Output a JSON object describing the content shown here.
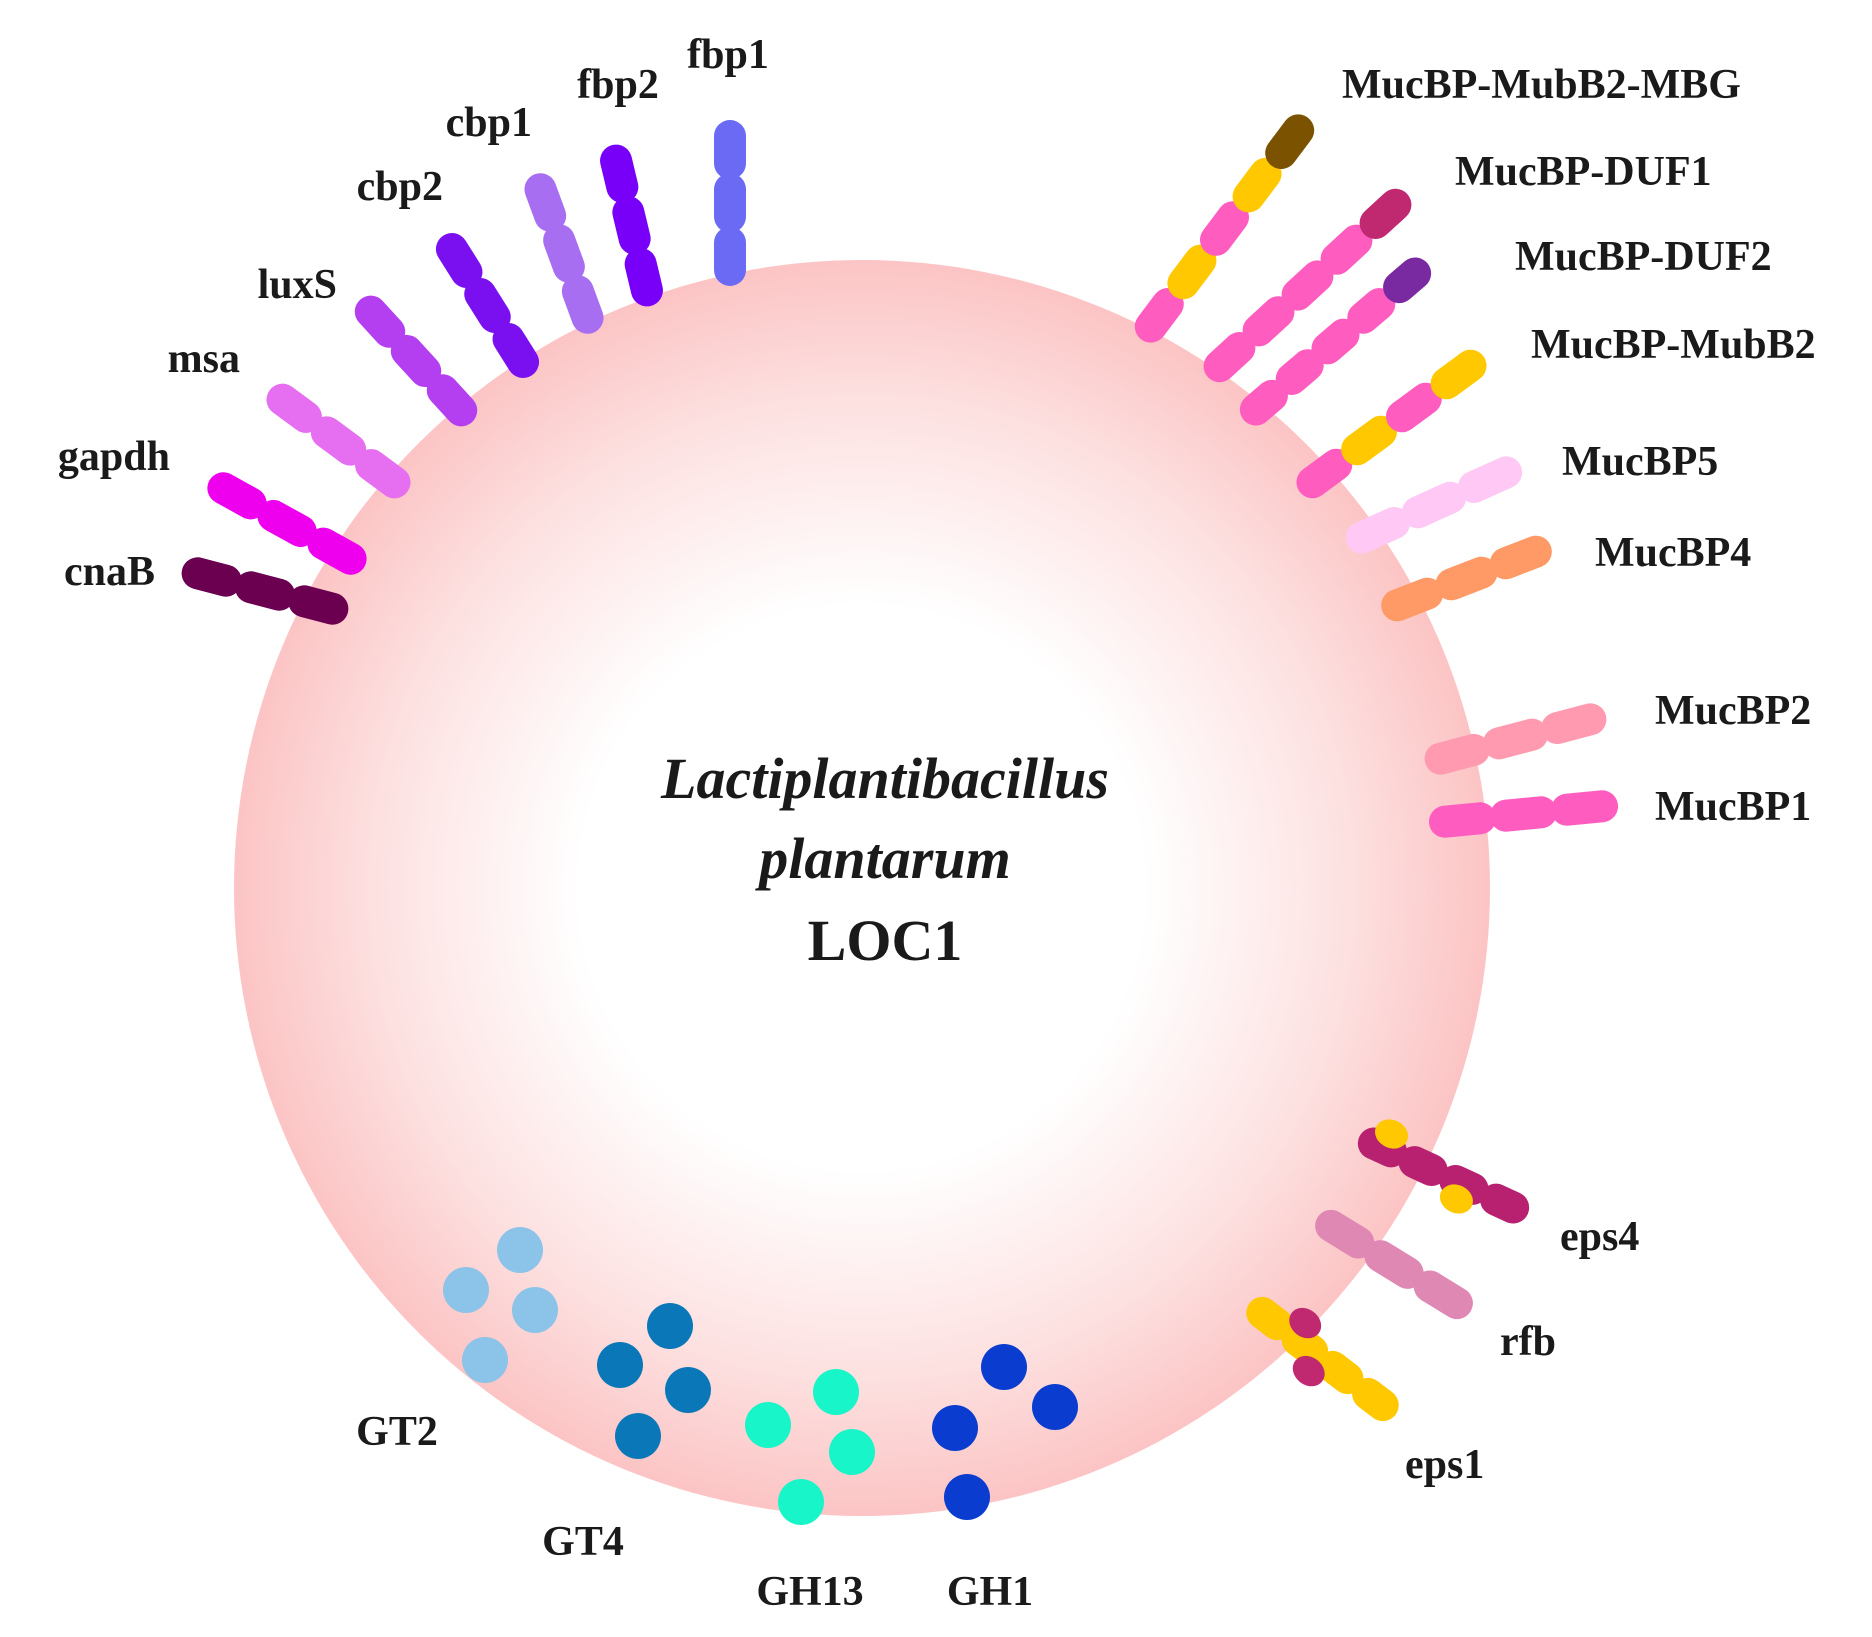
{
  "title": {
    "line1": "Lactiplantibacillus",
    "line2": "plantarum",
    "line3": "LOC1"
  },
  "genes": [
    {
      "id": "cnaB",
      "label": "cnaB",
      "colors": [
        "#6b0050",
        "#6b0050",
        "#6b0050"
      ]
    },
    {
      "id": "gapdh",
      "label": "gapdh",
      "colors": [
        "#ee00ee",
        "#ee00ee",
        "#ee00ee"
      ]
    },
    {
      "id": "msa",
      "label": "msa",
      "colors": [
        "#e66ef0",
        "#e66ef0",
        "#e66ef0"
      ]
    },
    {
      "id": "luxS",
      "label": "luxS",
      "colors": [
        "#b43ff0",
        "#b43ff0",
        "#b43ff0"
      ]
    },
    {
      "id": "cbp2",
      "label": "cbp2",
      "colors": [
        "#7a10f0",
        "#7a10f0",
        "#7a10f0"
      ]
    },
    {
      "id": "cbp1",
      "label": "cbp1",
      "colors": [
        "#a86ef2",
        "#a86ef2",
        "#a86ef2"
      ]
    },
    {
      "id": "fbp2",
      "label": "fbp2",
      "colors": [
        "#7800f8",
        "#7800f8",
        "#7800f8"
      ]
    },
    {
      "id": "fbp1",
      "label": "fbp1",
      "colors": [
        "#6a6af5",
        "#6a6af5",
        "#6a6af5"
      ]
    },
    {
      "id": "mucbp-mubb2-mbg",
      "label": "MucBP-MubB2-MBG",
      "colors": [
        "#ff5cc0",
        "#ffc800",
        "#ff5cc0",
        "#ffc800",
        "#7a5200"
      ]
    },
    {
      "id": "mucbp-duf1",
      "label": "MucBP-DUF1",
      "colors": [
        "#ff5cc0",
        "#ff5cc0",
        "#ff5cc0",
        "#ff5cc0",
        "#c02870"
      ]
    },
    {
      "id": "mucbp-duf2",
      "label": "MucBP-DUF2",
      "colors": [
        "#ff5cc0",
        "#ff5cc0",
        "#ff5cc0",
        "#ff5cc0",
        "#7a2aa0"
      ]
    },
    {
      "id": "mucbp-mubb2",
      "label": "MucBP-MubB2",
      "colors": [
        "#ff5cc0",
        "#ffc800",
        "#ff5cc0",
        "#ffc800"
      ]
    },
    {
      "id": "mucbp5",
      "label": "MucBP5",
      "colors": [
        "#ffc8f5",
        "#ffc8f5",
        "#ffc8f5"
      ]
    },
    {
      "id": "mucbp4",
      "label": "MucBP4",
      "colors": [
        "#ff9a66",
        "#ff9a66",
        "#ff9a66"
      ]
    },
    {
      "id": "mucbp2",
      "label": "MucBP2",
      "colors": [
        "#ff9ab0",
        "#ff9ab0",
        "#ff9ab0"
      ]
    },
    {
      "id": "mucbp1",
      "label": "MucBP1",
      "colors": [
        "#ff5cc0",
        "#ff5cc0",
        "#ff5cc0"
      ]
    },
    {
      "id": "eps4",
      "label": "eps4",
      "colors": [
        "#b82070",
        "#b82070",
        "#b82070",
        "#b82070"
      ],
      "accent": "#ffc800"
    },
    {
      "id": "rfb",
      "label": "rfb",
      "colors": [
        "#e088b4",
        "#e088b4",
        "#e088b4"
      ]
    },
    {
      "id": "eps1",
      "label": "eps1",
      "colors": [
        "#ffc800",
        "#ffc800",
        "#ffc800",
        "#ffc800"
      ],
      "accent": "#c02870"
    }
  ],
  "clusters": [
    {
      "id": "gt2",
      "label": "GT2",
      "color": "#8cc3e8"
    },
    {
      "id": "gt4",
      "label": "GT4",
      "color": "#0a78b8"
    },
    {
      "id": "gh13",
      "label": "GH13",
      "color": "#18f5c8"
    },
    {
      "id": "gh1",
      "label": "GH1",
      "color": "#0a3cd0"
    }
  ],
  "colors": {
    "cell_outer": "#fdc2c2",
    "cell_inner": "#ffffff"
  }
}
